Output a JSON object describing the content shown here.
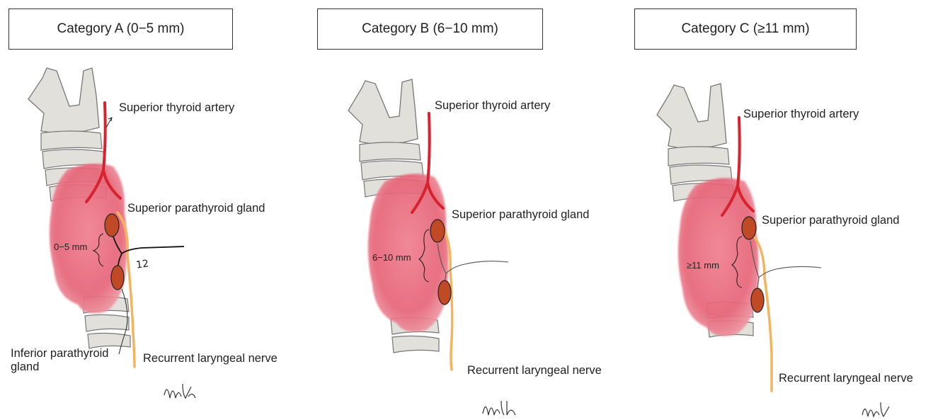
{
  "panels": [
    {
      "category": "Category A (0−5 mm)",
      "superior_thyroid_artery": "Superior thyroid artery",
      "superior_parathyroid_gland": "Superior parathyroid gland",
      "distance": "0−5 mm",
      "inferior_parathyroid_gland": "Inferior parathyroid\ngland",
      "recurrent_laryngeal_nerve": "Recurrent laryngeal nerve",
      "annotation": "12"
    },
    {
      "category": "Category B (6−10 mm)",
      "superior_thyroid_artery": "Superior thyroid artery",
      "superior_parathyroid_gland": "Superior parathyroid gland",
      "distance": "6−10 mm",
      "recurrent_laryngeal_nerve": "Recurrent laryngeal nerve"
    },
    {
      "category": "Category C (≥11 mm)",
      "superior_thyroid_artery": "Superior thyroid artery",
      "superior_parathyroid_gland": "Superior parathyroid gland",
      "distance": "≥11 mm",
      "recurrent_laryngeal_nerve": "Recurrent laryngeal nerve"
    }
  ],
  "signature": "MJK",
  "colors": {
    "thyroid": "#e46a7c",
    "artery": "#d8232f",
    "nerve": "#f4b45e",
    "parathyroid": "#c04a26",
    "cartilage": "#e2e0db"
  }
}
